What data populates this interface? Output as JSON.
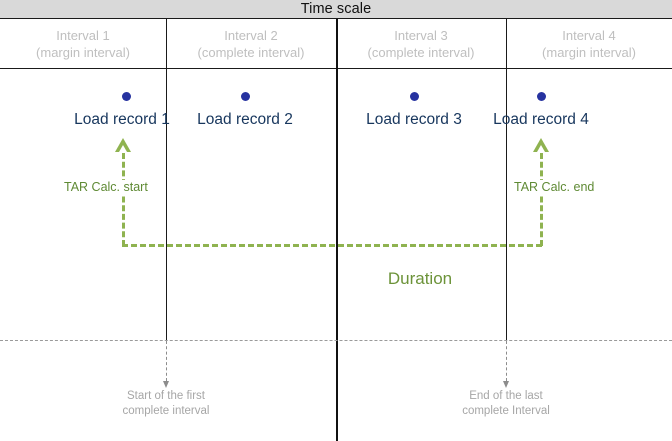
{
  "header": {
    "title": "Time scale"
  },
  "intervals": [
    {
      "name": "Interval  1",
      "type": "(margin interval)"
    },
    {
      "name": "Interval  2",
      "type": "(complete interval)"
    },
    {
      "name": "Interval  3",
      "type": "(complete interval)"
    },
    {
      "name": "Interval  4",
      "type": "(margin interval)"
    }
  ],
  "records": [
    {
      "label": "Load record 1"
    },
    {
      "label": "Load record 2"
    },
    {
      "label": "Load record 3"
    },
    {
      "label": "Load record 4"
    }
  ],
  "annotations": {
    "tar_start": "TAR Calc. start",
    "tar_end": "TAR Calc. end",
    "duration": "Duration"
  },
  "callouts": [
    {
      "line1": "Start of the first",
      "line2": "complete interval"
    },
    {
      "line1": "End of the last",
      "line2": "complete Interval"
    }
  ],
  "colors": {
    "header_bg": "#d9d9d9",
    "record_text": "#17365d",
    "record_dot": "#2733a0",
    "green_line": "#8fb350",
    "green_text": "#5f8a34",
    "duration_text": "#6c9339",
    "interval_text": "#bfbfbf",
    "callout_text": "#a6a6a6",
    "rule": "#1a1a1a"
  }
}
